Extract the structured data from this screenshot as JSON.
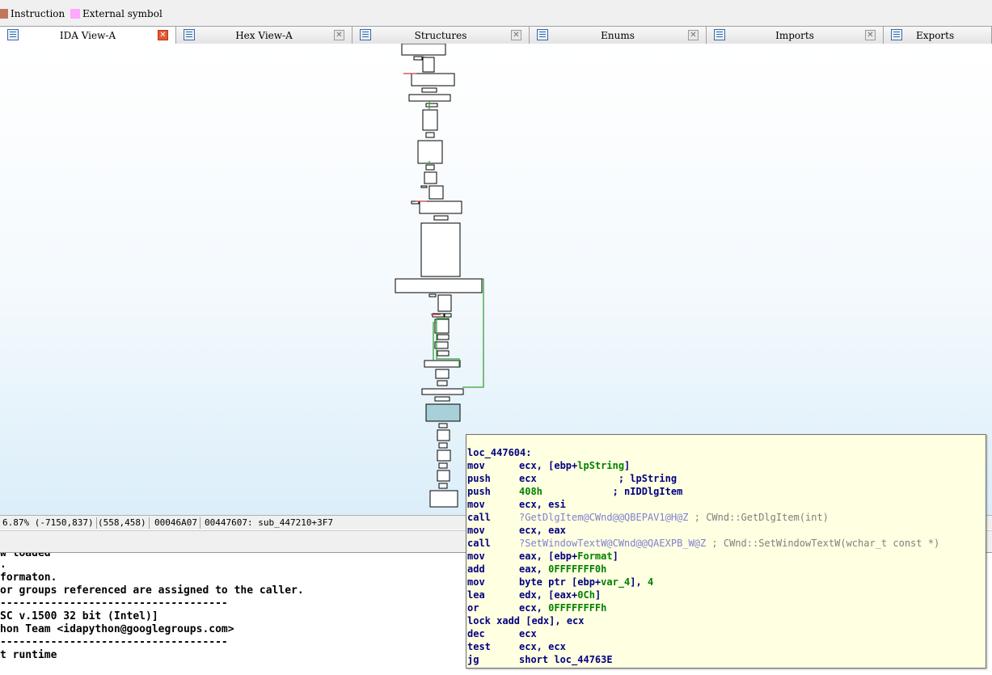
{
  "legend": [
    {
      "label": "Instruction",
      "color": "#c0785a"
    },
    {
      "label": "External symbol",
      "color": "#ffa8ff"
    }
  ],
  "tabs": [
    {
      "label": "IDA View-A",
      "icon": "listing-icon",
      "active": true
    },
    {
      "label": "Hex View-A",
      "icon": "hex-icon",
      "active": false
    },
    {
      "label": "Structures",
      "icon": "structures-icon",
      "active": false
    },
    {
      "label": "Enums",
      "icon": "enums-icon",
      "active": false
    },
    {
      "label": "Imports",
      "icon": "imports-icon",
      "active": false
    },
    {
      "label": "Exports",
      "icon": "exports-icon",
      "active": false
    }
  ],
  "status": {
    "zoom": "6.87% (-7150,837)",
    "coords": "(558,458)",
    "file_offset": "00046A07",
    "location": "00447607: sub_447210+3F7"
  },
  "output": {
    "lines": [
      "",
      ".",
      "formaton.",
      "or groups referenced are assigned to the caller.",
      "------------------------------------",
      "SC v.1500 32 bit (Intel)]",
      "hon Team <idapython@googlegroups.com>",
      "------------------------------------",
      "t runtime"
    ],
    "partial_top": "w loaded"
  },
  "hint": {
    "label": "loc_447604:",
    "lines": [
      {
        "mn": "mov",
        "parts": [
          [
            "ecx, [ebp+",
            ""
          ],
          [
            "lpString",
            "var"
          ],
          [
            "]",
            ""
          ]
        ]
      },
      {
        "mn": "push",
        "parts": [
          [
            "ecx",
            ""
          ],
          [
            "              ; lpString",
            "cmt"
          ]
        ]
      },
      {
        "mn": "push",
        "parts": [
          [
            "408h",
            "num"
          ],
          [
            "            ; nIDDlgItem",
            "cmt"
          ]
        ]
      },
      {
        "mn": "mov",
        "parts": [
          [
            "ecx, esi",
            ""
          ]
        ]
      },
      {
        "mn": "call",
        "parts": [
          [
            "?GetDlgItem@CWnd@@QBEPAV1@H@Z",
            "imp"
          ],
          [
            " ; CWnd::GetDlgItem(int)",
            "gray"
          ]
        ]
      },
      {
        "mn": "mov",
        "parts": [
          [
            "ecx, eax",
            ""
          ]
        ]
      },
      {
        "mn": "call",
        "parts": [
          [
            "?SetWindowTextW@CWnd@@QAEXPB_W@Z",
            "imp"
          ],
          [
            " ; CWnd::SetWindowTextW(wchar_t const *)",
            "gray"
          ]
        ]
      },
      {
        "mn": "mov",
        "parts": [
          [
            "eax, [ebp+",
            ""
          ],
          [
            "Format",
            "var"
          ],
          [
            "]",
            ""
          ]
        ]
      },
      {
        "mn": "add",
        "parts": [
          [
            "eax, ",
            ""
          ],
          [
            "0FFFFFFF0h",
            "num"
          ]
        ]
      },
      {
        "mn": "mov",
        "parts": [
          [
            "byte ptr [ebp+",
            ""
          ],
          [
            "var_4",
            "var"
          ],
          [
            "], ",
            ""
          ],
          [
            "4",
            "num"
          ]
        ]
      },
      {
        "mn": "lea",
        "parts": [
          [
            "edx, [eax+",
            ""
          ],
          [
            "0Ch",
            "num"
          ],
          [
            "]",
            ""
          ]
        ]
      },
      {
        "mn": "or",
        "parts": [
          [
            "ecx, ",
            ""
          ],
          [
            "0FFFFFFFFh",
            "num"
          ]
        ]
      },
      {
        "mn": "lock xadd [edx], ecx",
        "parts": []
      },
      {
        "mn": "dec",
        "parts": [
          [
            "ecx",
            ""
          ]
        ]
      },
      {
        "mn": "test",
        "parts": [
          [
            "ecx, ecx",
            ""
          ]
        ]
      },
      {
        "mn": "jg",
        "parts": [
          [
            "short loc_44763E",
            ""
          ]
        ]
      }
    ]
  },
  "colors": {
    "graph_edge_green": "#3aa03a",
    "graph_edge_red": "#d04040",
    "selected_block": "#a8d0d8",
    "hint_bg": "#ffffe1"
  }
}
